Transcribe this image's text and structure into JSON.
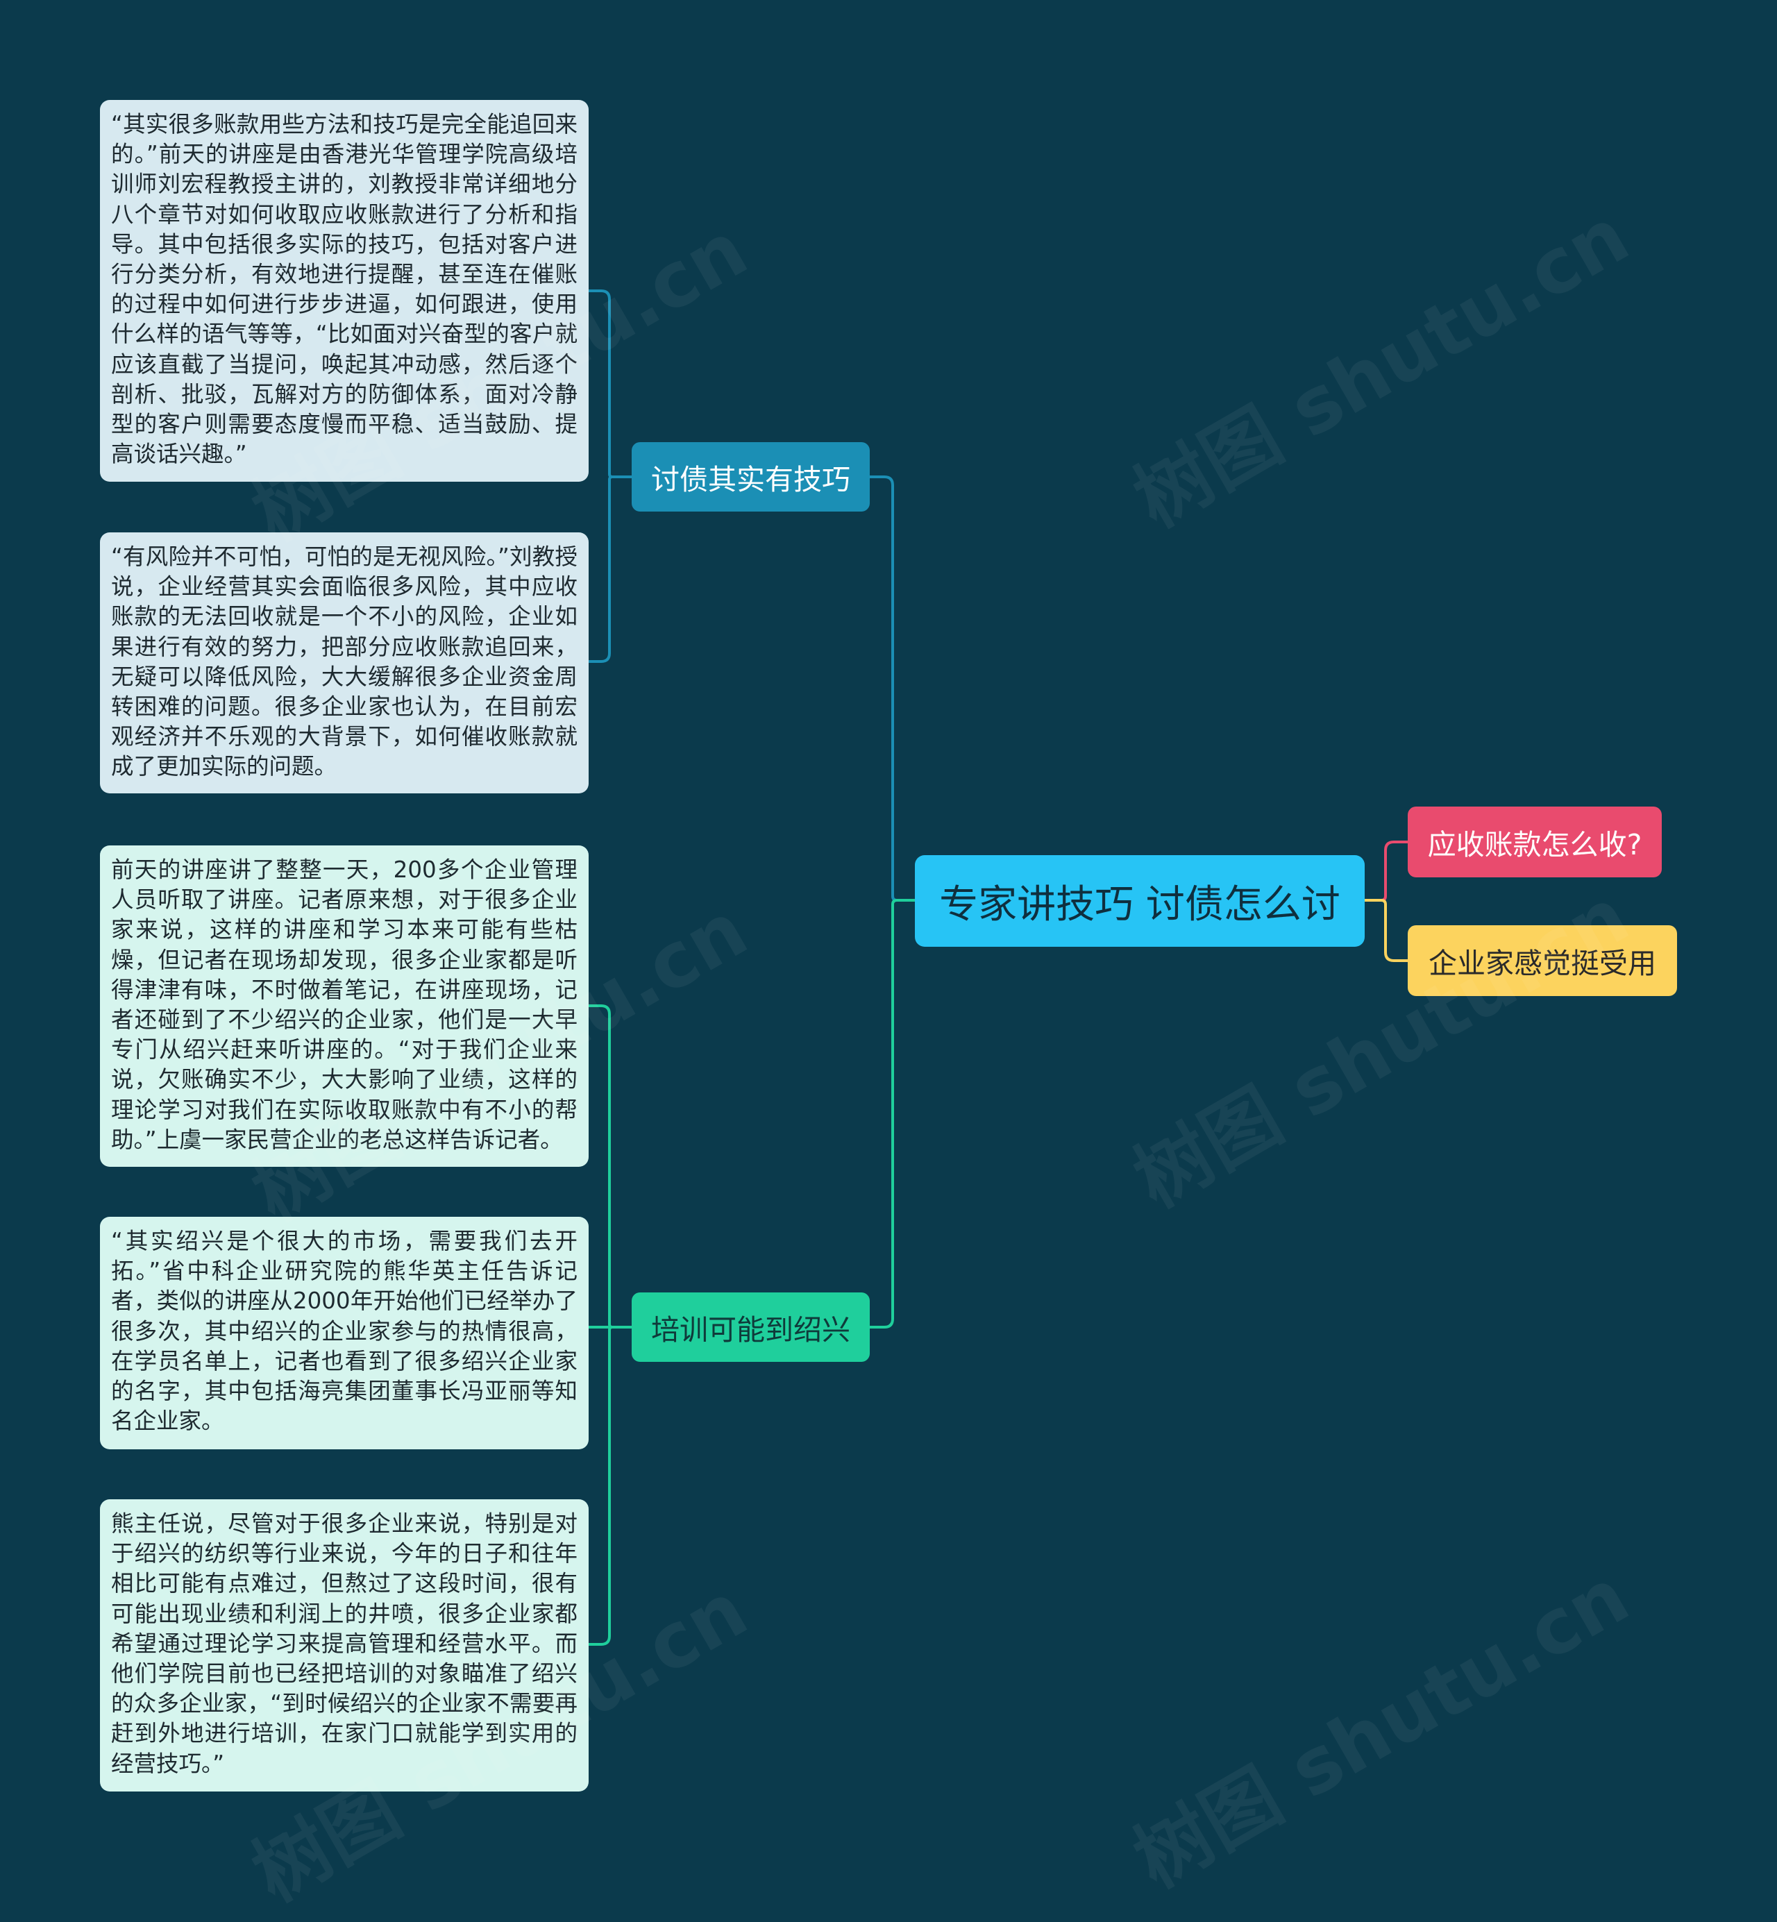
{
  "root": {
    "label": "专家讲技巧 讨债怎么讨",
    "color": "#27c4f5"
  },
  "branches": [
    {
      "label": "讨债其实有技巧",
      "color": "#1b8fb5",
      "leaves": [
        "“其实很多账款用些方法和技巧是完全能追回来的。”前天的讲座是由香港光华管理学院高级培训师刘宏程教授主讲的，刘教授非常详细地分八个章节对如何收取应收账款进行了分析和指导。其中包括很多实际的技巧，包括对客户进行分类分析，有效地进行提醒，甚至连在催账的过程中如何进行步步进逼，如何跟进，使用什么样的语气等等，“比如面对兴奋型的客户就应该直截了当提问，唤起其冲动感，然后逐个剖析、批驳，瓦解对方的防御体系，面对冷静型的客户则需要态度慢而平稳、适当鼓励、提高谈话兴趣。”",
        "“有风险并不可怕，可怕的是无视风险。”刘教授说，企业经营其实会面临很多风险，其中应收账款的无法回收就是一个不小的风险，企业如果进行有效的努力，把部分应收账款追回来，无疑可以降低风险，大大缓解很多企业资金周转困难的问题。很多企业家也认为，在目前宏观经济并不乐观的大背景下，如何催收账款就成了更加实际的问题。"
      ]
    },
    {
      "label": "培训可能到绍兴",
      "color": "#1fcf9c",
      "leaves": [
        "前天的讲座讲了整整一天，200多个企业管理人员听取了讲座。记者原来想，对于很多企业家来说，这样的讲座和学习本来可能有些枯燥，但记者在现场却发现，很多企业家都是听得津津有味，不时做着笔记，在讲座现场，记者还碰到了不少绍兴的企业家，他们是一大早专门从绍兴赶来听讲座的。“对于我们企业来说，欠账确实不少，大大影响了业绩，这样的理论学习对我们在实际收取账款中有不小的帮助。”上虞一家民营企业的老总这样告诉记者。",
        "“其实绍兴是个很大的市场，需要我们去开拓。”省中科企业研究院的熊华英主任告诉记者，类似的讲座从2000年开始他们已经举办了很多次，其中绍兴的企业家参与的热情很高，在学员名单上，记者也看到了很多绍兴企业家的名字，其中包括海亮集团董事长冯亚丽等知名企业家。",
        "熊主任说，尽管对于很多企业来说，特别是对于绍兴的纺织等行业来说，今年的日子和往年相比可能有点难过，但熬过了这段时间，很有可能出现业绩和利润上的井喷，很多企业家都希望通过理论学习来提高管理和经营水平。而他们学院目前也已经把培训的对象瞄准了绍兴的众多企业家，“到时候绍兴的企业家不需要再赶到外地进行培训，在家门口就能学到实用的经营技巧。”"
      ]
    }
  ],
  "right_tags": [
    {
      "label": "应收账款怎么收?",
      "color": "#e94b6e",
      "text_color": "#ffffff"
    },
    {
      "label": "企业家感觉挺受用",
      "color": "#fcd35e",
      "text_color": "#2a2a2a"
    }
  ],
  "watermark": "树图 shutu.cn"
}
